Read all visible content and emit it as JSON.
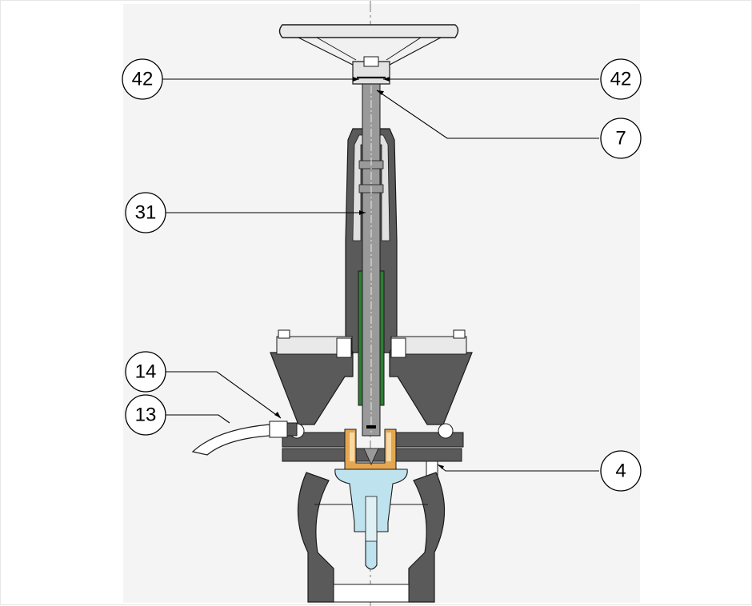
{
  "callouts": {
    "c42_left": "42",
    "c42_right": "42",
    "c7": "7",
    "c31": "31",
    "c14": "14",
    "c13": "13",
    "c4": "4"
  },
  "colors": {
    "background": "#ffffff",
    "diagram_bg": "#f4f4f4",
    "body_gray": "#5a5a5a",
    "stem_gray": "#9a9a9a",
    "seal_green": "#2e7d32",
    "plug_blue": "#bfe3ee",
    "bracket_orange": "#e4a64f",
    "outline": "#1a1a1a"
  },
  "icons": {
    "handwheel": "handwheel-icon",
    "valve_body": "valve-body-cross-section"
  }
}
